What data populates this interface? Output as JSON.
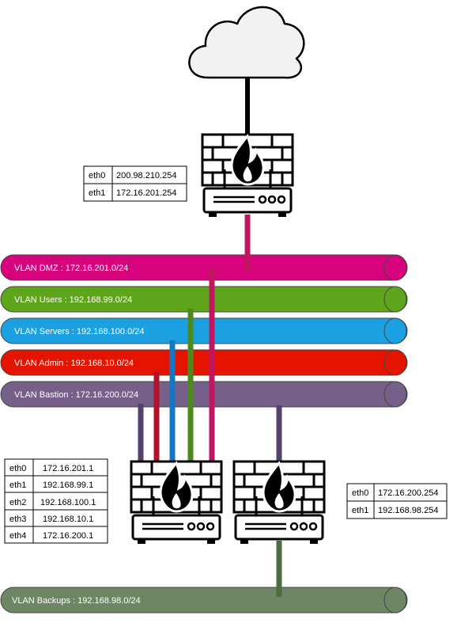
{
  "internet": {
    "icon": "cloud-icon"
  },
  "firewalls": {
    "edge": {
      "icon": "firewall-icon"
    },
    "core": {
      "icon": "firewall-icon"
    },
    "backup": {
      "icon": "firewall-icon"
    }
  },
  "vlans": {
    "dmz": {
      "label": "VLAN DMZ : 172.16.201.0/24",
      "color": "#d6037c",
      "text_color": "#ffffff"
    },
    "users": {
      "label": "VLAN Users : 192.168.99.0/24",
      "color": "#5fa51b",
      "text_color": "#ffffff"
    },
    "servers": {
      "label": "VLAN Servers : 192.168.100.0/24",
      "color": "#1ba1e2",
      "text_color": "#ffffff"
    },
    "admin": {
      "label": "VLAN Admin : 192.168.10.0/24",
      "color": "#e51400",
      "text_color": "#ffffff"
    },
    "bastion": {
      "label": "VLAN Bastion : 172.16.200.0/24",
      "color": "#76608a",
      "text_color": "#ffffff"
    },
    "backups": {
      "label": "VLAN Backups : 192.168.98.0/24",
      "color": "#6d8764",
      "text_color": "#ffffff"
    }
  },
  "link_colors": {
    "uplink": "#000000",
    "dmz": "#c0165f",
    "users": "#4c8a1e",
    "servers": "#1477c2",
    "admin": "#b3122b",
    "bastion": "#56406e",
    "backups": "#4d6b40"
  },
  "tables": {
    "edge": {
      "rows": [
        {
          "iface": "eth0",
          "ip": "200.98.210.254"
        },
        {
          "iface": "eth1",
          "ip": "172.16.201.254"
        }
      ]
    },
    "core": {
      "rows": [
        {
          "iface": "eth0",
          "ip": "172.16.201.1"
        },
        {
          "iface": "eth1",
          "ip": "192.168.99.1"
        },
        {
          "iface": "eth2",
          "ip": "192.168.100.1"
        },
        {
          "iface": "eth3",
          "ip": "192.168.10.1"
        },
        {
          "iface": "eth4",
          "ip": "172.16.200.1"
        }
      ]
    },
    "backup": {
      "rows": [
        {
          "iface": "eth0",
          "ip": "172.16.200.254"
        },
        {
          "iface": "eth1",
          "ip": "192.168.98.254"
        }
      ]
    }
  }
}
